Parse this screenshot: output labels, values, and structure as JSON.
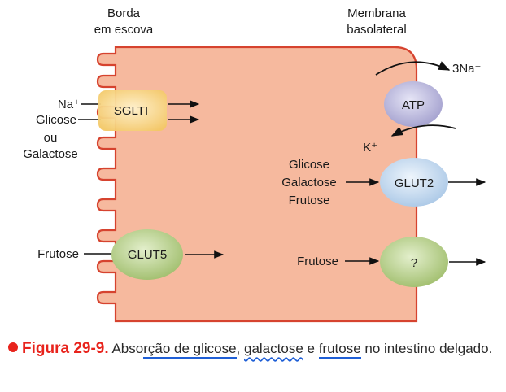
{
  "labels": {
    "brush_border_line1": "Borda",
    "brush_border_line2": "em escova",
    "basolateral_line1": "Membrana",
    "basolateral_line2": "basolateral",
    "na_out": "3Na⁺",
    "k_in": "K⁺",
    "na_in": "Na⁺",
    "glicose": "Glicose",
    "ou": "ou",
    "galactose": "Galactose",
    "frutose_left": "Frutose",
    "basal_glicose": "Glicose",
    "basal_galactose": "Galactose",
    "basal_frutose": "Frutose",
    "frutose_right": "Frutose"
  },
  "transporters": {
    "sglt1": "SGLTI",
    "atp": "ATP",
    "glut2": "GLUT2",
    "glut5": "GLUT5",
    "unknown": "?"
  },
  "caption": {
    "figure_number": "Figura 29-9.",
    "text_1": "Abso",
    "text_2": "rção de glicose",
    "text_3": ", ",
    "text_4": "galactose",
    "text_5": " e ",
    "text_6": "frutose",
    "text_7": " no intestino delgado."
  },
  "colors": {
    "cell_fill": "#f6b99e",
    "cell_stroke": "#d6432f",
    "sglt1_fill": "#f6d27e",
    "atp_fill": "#b9b7dc",
    "glut2_fill": "#c6daef",
    "green_fill": "#b9cf8e",
    "caption_red": "#e8231c",
    "annotation_blue": "#1f5fd6"
  }
}
